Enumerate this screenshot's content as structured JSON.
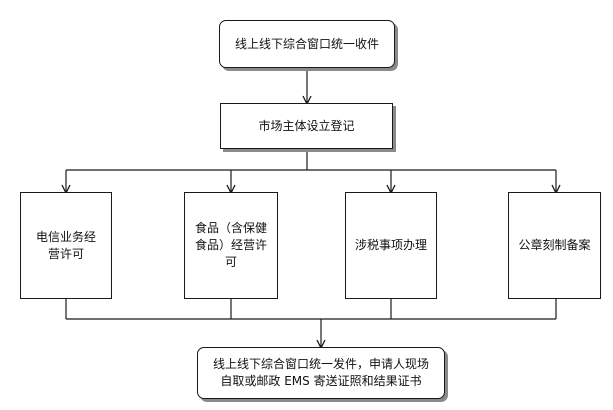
{
  "nodes": {
    "intake": "线上线下综合窗口统一收件",
    "registration": "市场主体设立登记",
    "telecom_permit": "电信业务经营许可",
    "food_permit": "食品（含保健食品）经营许可",
    "tax": "涉税事项办理",
    "seal": "公章刻制备案",
    "dispatch_line1": "线上线下综合窗口统一发件，申请人现场",
    "dispatch_line2": "自取或邮政 EMS 寄送证照和结果证书"
  },
  "edges": [
    {
      "from": "intake",
      "to": "registration"
    },
    {
      "from": "registration",
      "to": "telecom_permit"
    },
    {
      "from": "registration",
      "to": "food_permit"
    },
    {
      "from": "registration",
      "to": "tax"
    },
    {
      "from": "registration",
      "to": "seal"
    },
    {
      "from": "telecom_permit",
      "to": "dispatch"
    },
    {
      "from": "food_permit",
      "to": "dispatch"
    },
    {
      "from": "tax",
      "to": "dispatch"
    },
    {
      "from": "seal",
      "to": "dispatch"
    }
  ]
}
